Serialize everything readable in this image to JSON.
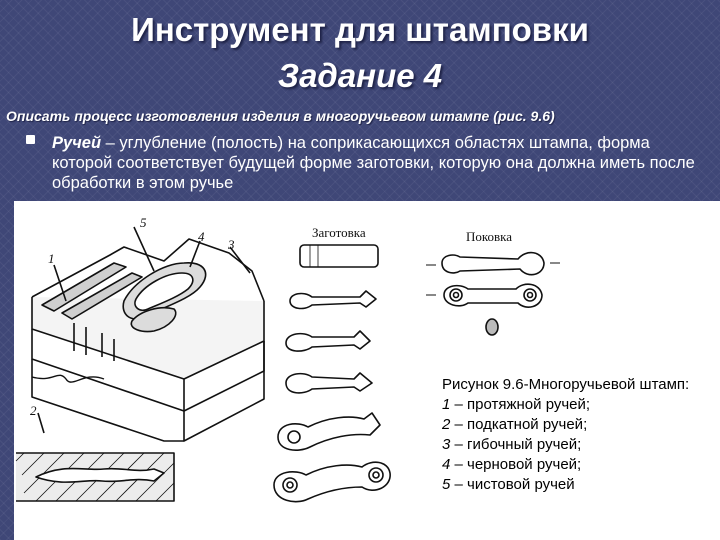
{
  "title": {
    "line1": "Инструмент для штамповки",
    "line2": "Задание 4"
  },
  "task": "Описать процесс изготовления изделия в многоручьевом штампе (рис. 9.6)",
  "bullet": {
    "term": "Ручей",
    "rest": " – углубление (полость) на соприкасающихся областях штампа, форма которой соответствует будущей форме заготовки, которую она должна иметь после обработки в этом ручье"
  },
  "figure": {
    "label_zagotovka": "Заготовка",
    "label_pokovka": "Поковка",
    "callouts": [
      "1",
      "2",
      "3",
      "4",
      "5"
    ]
  },
  "caption": {
    "prefix": "Рисунок 9.6-",
    "title": "Многоручьевой штамп:",
    "items": [
      {
        "num": "1",
        "text": " – протяжной ручей;"
      },
      {
        "num": "2",
        "text": " – подкатной ручей;"
      },
      {
        "num": "3",
        "text": " – гибочный ручей;"
      },
      {
        "num": "4",
        "text": " – черновой ручей;"
      },
      {
        "num": "5",
        "text": " – чистовой ручей"
      }
    ]
  }
}
